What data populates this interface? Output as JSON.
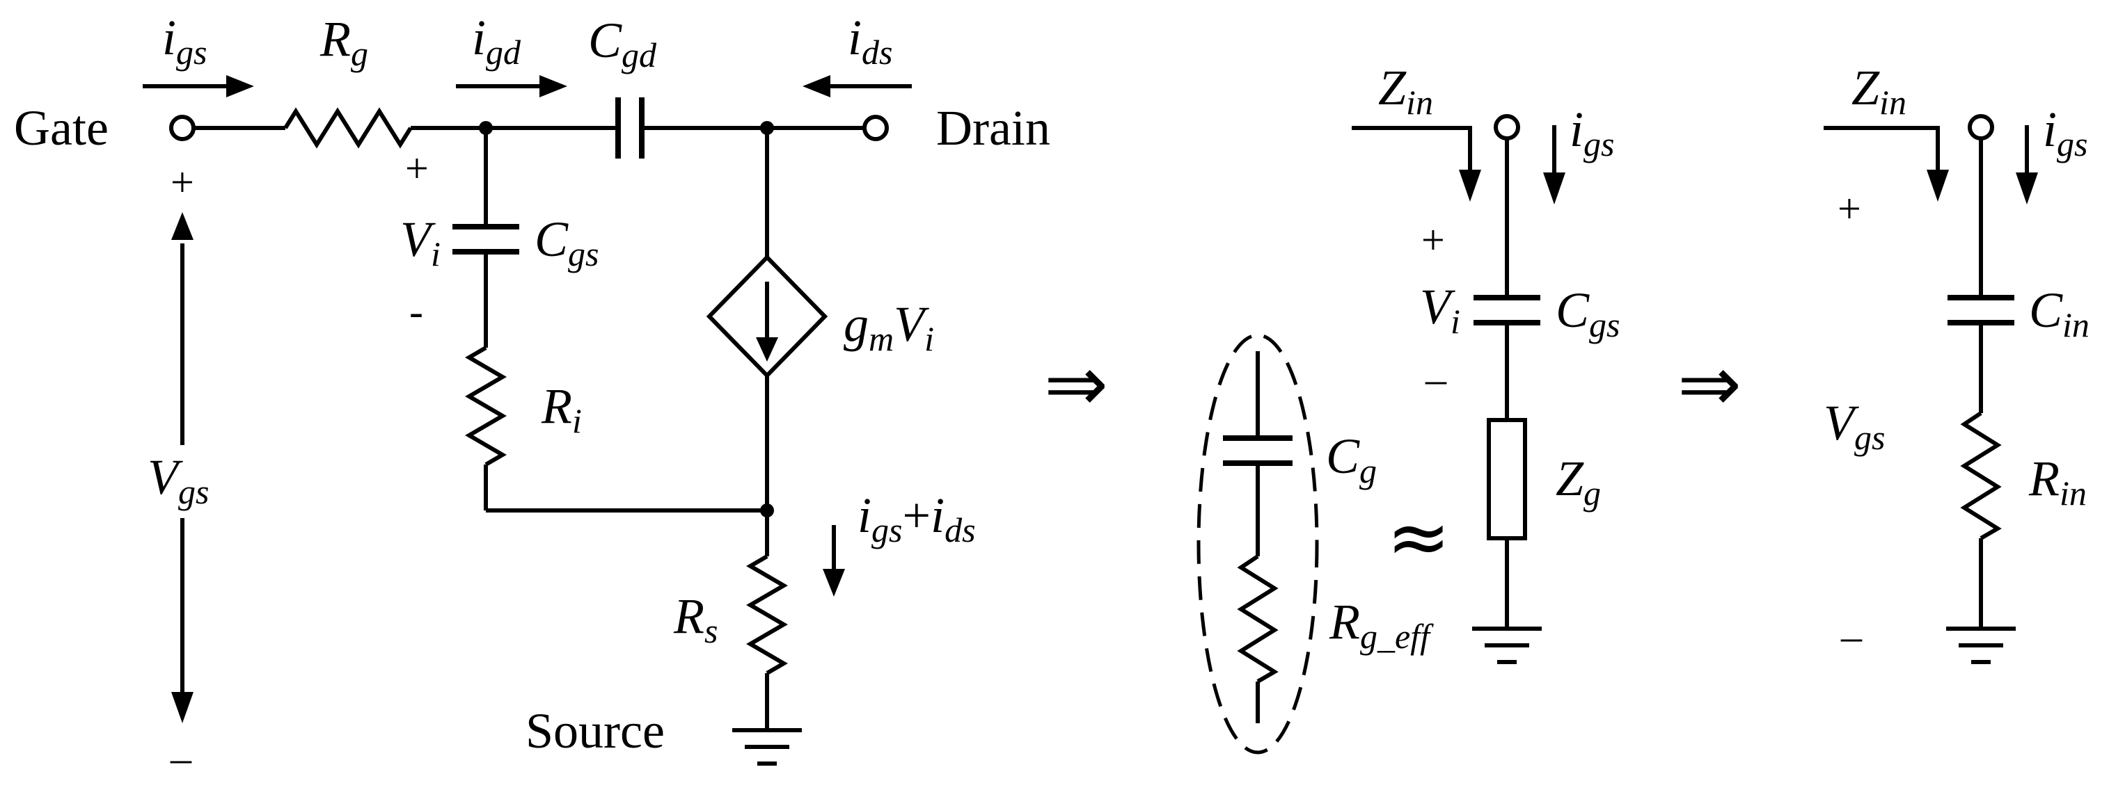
{
  "diagram": {
    "terminals": {
      "gate": "Gate",
      "drain": "Drain",
      "source": "Source"
    },
    "signs": {
      "plus": "+",
      "minus": "-",
      "minus_long": "–"
    },
    "symbols": {
      "implies": "⇒",
      "approx": "≈"
    },
    "labels": {
      "i_gs": {
        "main": "i",
        "sub": "gs"
      },
      "R_g": {
        "main": "R",
        "sub": "g"
      },
      "i_gd": {
        "main": "i",
        "sub": "gd"
      },
      "C_gd": {
        "main": "C",
        "sub": "gd"
      },
      "i_ds": {
        "main": "i",
        "sub": "ds"
      },
      "V_i": {
        "main": "V",
        "sub": "i"
      },
      "C_gs": {
        "main": "C",
        "sub": "gs"
      },
      "R_i": {
        "main": "R",
        "sub": "i"
      },
      "gmVi": {
        "g": "g",
        "m": "m",
        "V": "V",
        "i": "i"
      },
      "V_gs": {
        "main": "V",
        "sub": "gs"
      },
      "R_s": {
        "main": "R",
        "sub": "s"
      },
      "igs_plus_ids": {
        "i1": "i",
        "s1": "gs",
        "plus": "+",
        "i2": "i",
        "s2": "ds"
      },
      "C_g": {
        "main": "C",
        "sub": "g"
      },
      "R_g_eff": {
        "main": "R",
        "sub": "g_eff"
      },
      "Z_in": {
        "main": "Z",
        "sub": "in"
      },
      "Z_g": {
        "main": "Z",
        "sub": "g"
      },
      "C_in": {
        "main": "C",
        "sub": "in"
      },
      "R_in": {
        "main": "R",
        "sub": "in"
      }
    }
  }
}
